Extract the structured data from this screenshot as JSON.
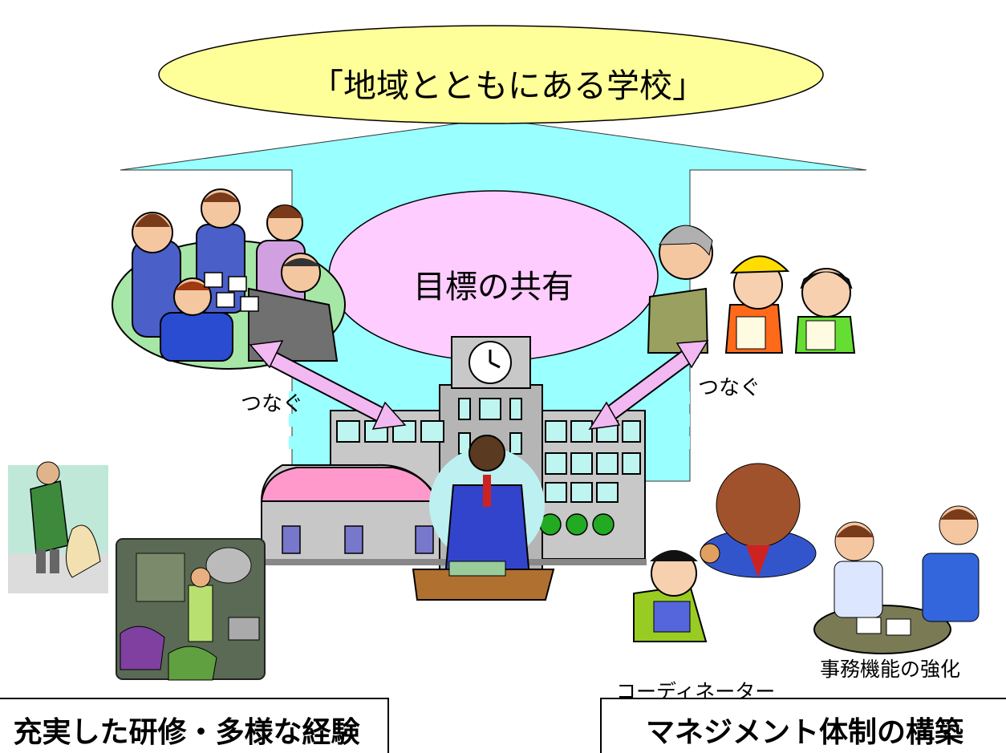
{
  "title": "「地域とともにある学校」",
  "center_goal": "目標の共有",
  "connect_left": "つなぐ",
  "connect_right": "つなぐ",
  "caption_coordinator": "コーディネーター",
  "caption_office": "事務機能の強化",
  "box_left": "充実した研修・多様な経験",
  "box_right": "マネジメント体制の構築",
  "colors": {
    "arrow_fill": "#99ffff",
    "title_ellipse": "#ffff99",
    "goal_ellipse": "#ffccff",
    "link_arrow": "#f2b8f2"
  }
}
